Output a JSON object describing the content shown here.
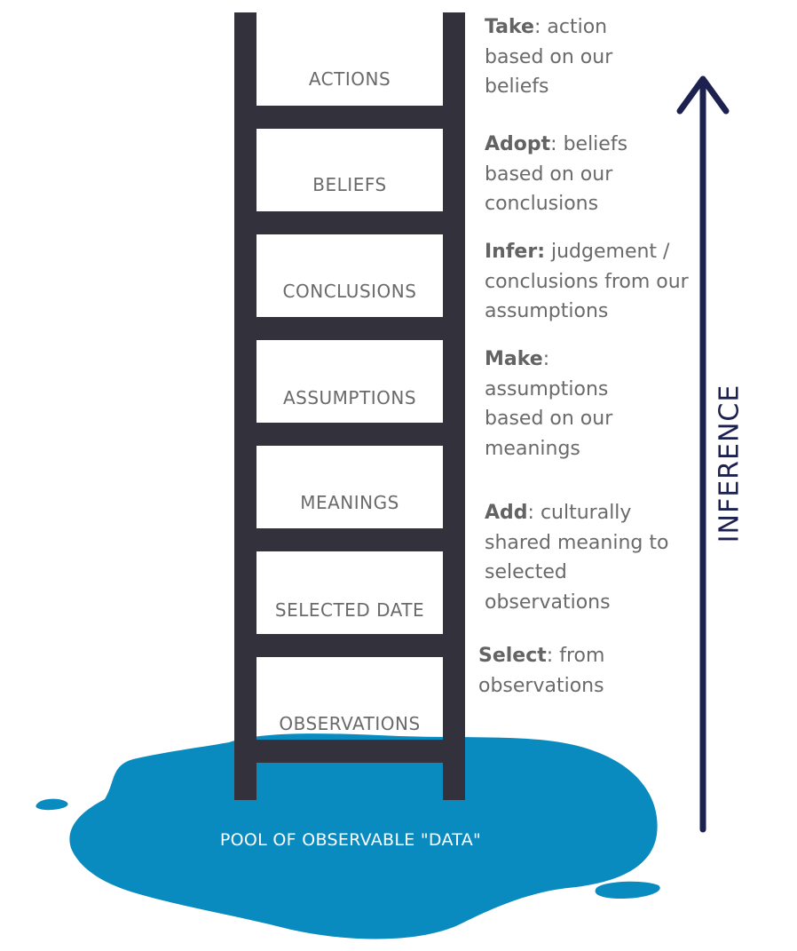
{
  "ladder": {
    "rungs": [
      "ACTIONS",
      "BELIEFS",
      "CONCLUSIONS",
      "ASSUMPTIONS",
      "MEANINGS",
      "SELECTED DATE",
      "OBSERVATIONS"
    ]
  },
  "steps": [
    {
      "verb": "Take",
      "sep": ":",
      "rest": " action based on our beliefs"
    },
    {
      "verb": "Adopt",
      "sep": ":",
      "rest": " beliefs based on our conclusions"
    },
    {
      "verb": "Infer:",
      "sep": "",
      "rest": " judgement / conclusions from our assumptions"
    },
    {
      "verb": "Make",
      "sep": ":",
      "rest": " assumptions based on our meanings"
    },
    {
      "verb": "Add",
      "sep": ":",
      "rest": " culturally shared meaning to selected observations"
    },
    {
      "verb": "Select",
      "sep": ":",
      "rest": " from observations"
    }
  ],
  "pool": {
    "label": "POOL OF OBSERVABLE \"DATA\""
  },
  "arrow": {
    "label": "INFERENCE"
  },
  "colors": {
    "ladder": "#33323c",
    "pool": "#0a8bc0",
    "arrow": "#1c2150",
    "text": "#6a6a6a"
  }
}
